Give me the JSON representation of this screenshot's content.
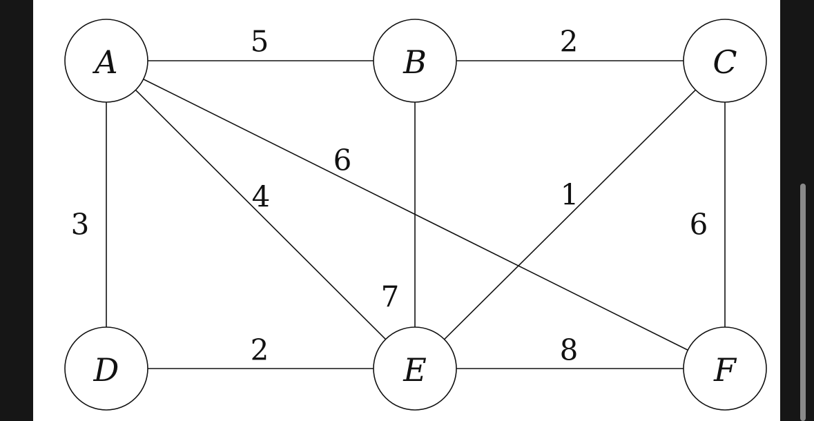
{
  "graph": {
    "nodes": [
      {
        "id": "A",
        "label": "A"
      },
      {
        "id": "B",
        "label": "B"
      },
      {
        "id": "C",
        "label": "C"
      },
      {
        "id": "D",
        "label": "D"
      },
      {
        "id": "E",
        "label": "E"
      },
      {
        "id": "F",
        "label": "F"
      }
    ],
    "edges": [
      {
        "from": "A",
        "to": "B",
        "weight": "5"
      },
      {
        "from": "B",
        "to": "C",
        "weight": "2"
      },
      {
        "from": "A",
        "to": "D",
        "weight": "3"
      },
      {
        "from": "A",
        "to": "E",
        "weight": "4"
      },
      {
        "from": "A",
        "to": "F",
        "weight": "6"
      },
      {
        "from": "B",
        "to": "E",
        "weight": "7"
      },
      {
        "from": "C",
        "to": "E",
        "weight": "1"
      },
      {
        "from": "C",
        "to": "F",
        "weight": "6"
      },
      {
        "from": "D",
        "to": "E",
        "weight": "2"
      },
      {
        "from": "E",
        "to": "F",
        "weight": "8"
      }
    ]
  },
  "colors": {
    "canvas": "#ffffff",
    "ink": "#111111",
    "frame": "#161616",
    "scrollbar": "#8a8a8a"
  }
}
